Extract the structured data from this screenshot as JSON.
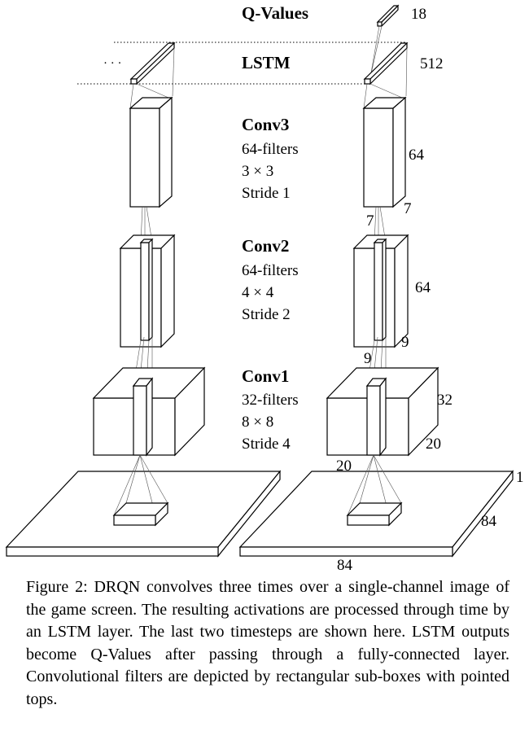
{
  "layers": {
    "qvalues": {
      "title": "Q-Values",
      "size": "18"
    },
    "lstm": {
      "title": "LSTM",
      "size": "512",
      "ellipsis": "· · ·"
    },
    "conv3": {
      "title": "Conv3",
      "filters": "64-filters",
      "kernel": "3 × 3",
      "stride": "Stride 1",
      "depth": "64",
      "width": "7",
      "height": "7"
    },
    "conv2": {
      "title": "Conv2",
      "filters": "64-filters",
      "kernel": "4 × 4",
      "stride": "Stride 2",
      "depth": "64",
      "width": "9",
      "height": "9"
    },
    "conv1": {
      "title": "Conv1",
      "filters": "32-filters",
      "kernel": "8 × 8",
      "stride": "Stride 4",
      "depth": "32",
      "width": "20",
      "height": "20"
    },
    "input": {
      "channels": "1",
      "width": "84",
      "height": "84"
    }
  },
  "caption": "Figure 2: DRQN convolves three times over a single-channel image of the game screen. The resulting activations are processed through time by an LSTM layer. The last two timesteps are shown here. LSTM outputs become Q-Values after passing through a fully-connected layer. Convolutional filters are depicted by rectangular sub-boxes with pointed tops."
}
